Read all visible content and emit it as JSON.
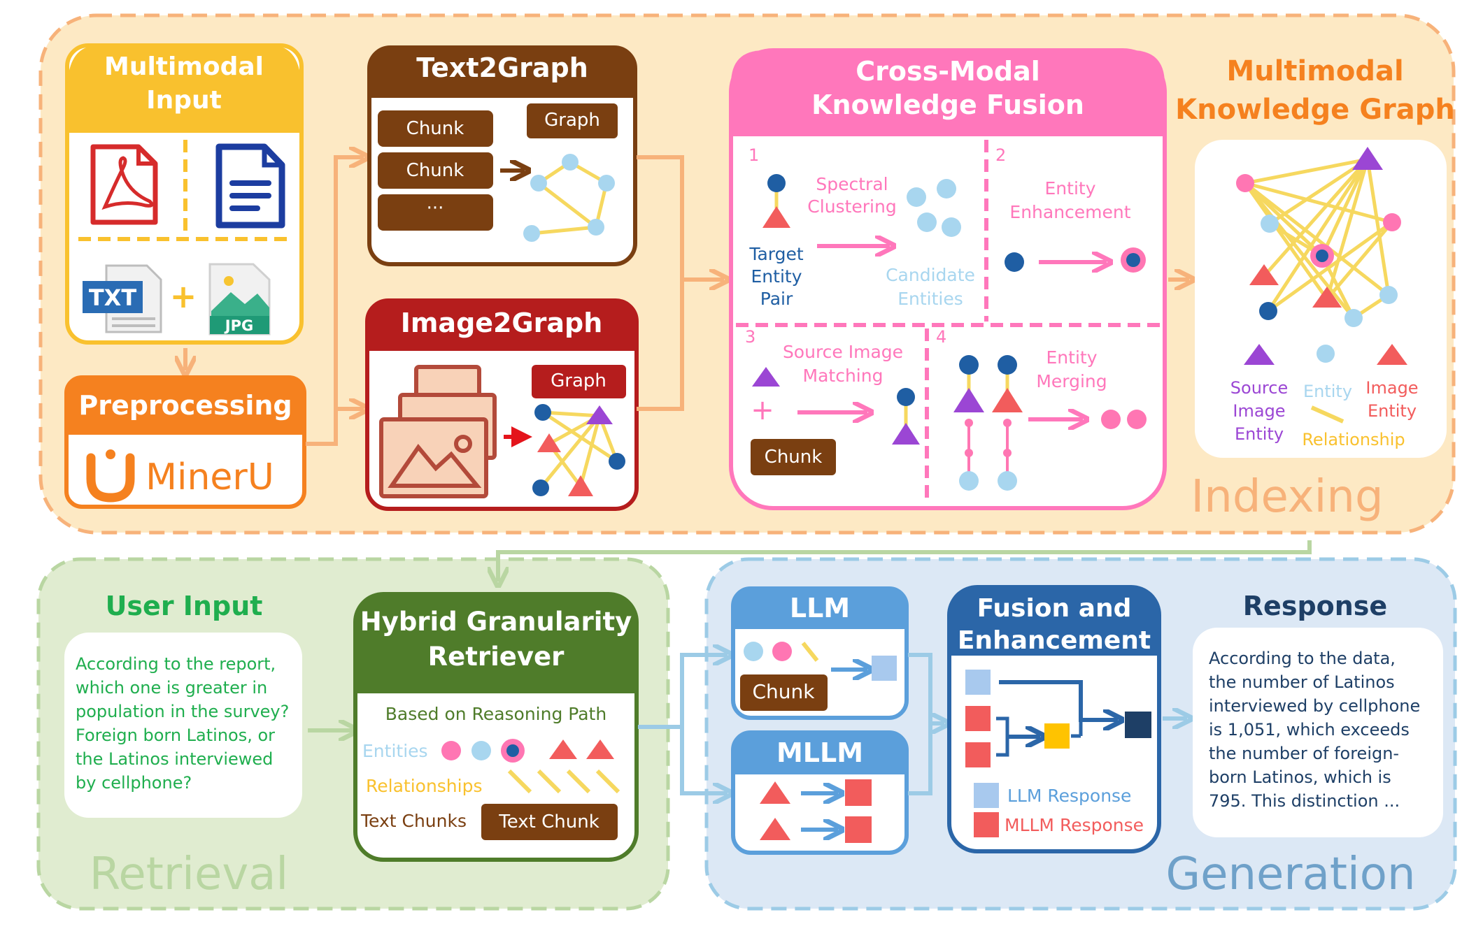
{
  "colors": {
    "indexing_bg": "#fde9c4",
    "indexing_border": "#f7b27a",
    "retrieval_bg": "#e0ecd0",
    "retrieval_border": "#b9d6a2",
    "generation_bg": "#dce8f5",
    "generation_border": "#9ccbe6",
    "yellow": "#f9c12e",
    "orange": "#f5811f",
    "brown": "#7a3f11",
    "red": "#b51d1d",
    "pink": "#ff77bb",
    "green": "#4f7c2a",
    "blue": "#5b9fdb",
    "navy": "#2b66a8",
    "node_lightblue": "#a8d6ef",
    "node_pink": "#ff76b3",
    "node_darkblue": "#1f5ea3",
    "triangle_red": "#f25c5c",
    "triangle_purple": "#9b46d4",
    "edge_yellow": "#f6d85f"
  },
  "indexing": {
    "label": "Indexing",
    "multimodal_input": {
      "title_line1": "Multimodal",
      "title_line2": "Input",
      "icons": [
        "pdf-icon",
        "doc-icon",
        "txt-icon",
        "jpg-icon"
      ],
      "txt_label": "TXT",
      "jpg_label": "JPG",
      "plus": "+"
    },
    "preprocessing": {
      "title": "Preprocessing",
      "tool_name": "MinerU"
    },
    "text2graph": {
      "title": "Text2Graph",
      "chunks": [
        "Chunk",
        "Chunk",
        "···"
      ],
      "graph_label": "Graph"
    },
    "image2graph": {
      "title": "Image2Graph",
      "graph_label": "Graph"
    },
    "fusion": {
      "title_line1": "Cross-Modal",
      "title_line2": "Knowledge Fusion",
      "step1": {
        "num": "1",
        "label_line1": "Spectral",
        "label_line2": "Clustering",
        "target_line1": "Target",
        "target_line2": "Entity",
        "target_line3": "Pair",
        "candidate_line1": "Candidate",
        "candidate_line2": "Entities"
      },
      "step2": {
        "num": "2",
        "label_line1": "Entity",
        "label_line2": "Enhancement"
      },
      "step3": {
        "num": "3",
        "label_line1": "Source Image",
        "label_line2": "Matching",
        "plus": "+",
        "chunk": "Chunk"
      },
      "step4": {
        "num": "4",
        "label_line1": "Entity",
        "label_line2": "Merging"
      }
    },
    "mmkg": {
      "title_line1": "Multimodal",
      "title_line2": "Knowledge Graph",
      "legend": {
        "source_line1": "Source",
        "source_line2": "Image",
        "source_line3": "Entity",
        "entity": "Entity",
        "image_line1": "Image",
        "image_line2": "Entity",
        "relationship": "Relationship"
      }
    }
  },
  "retrieval": {
    "label": "Retrieval",
    "user_input": {
      "title": "User Input",
      "lines": [
        "According to the report,",
        "which one is greater in",
        "population in the survey?",
        "Foreign born Latinos, or",
        "the Latinos interviewed",
        "by cellphone?"
      ]
    },
    "retriever": {
      "title_line1": "Hybrid Granularity",
      "title_line2": "Retriever",
      "subtitle": "Based on Reasoning Path",
      "entities": "Entities",
      "relationships": "Relationships",
      "text_chunks": "Text Chunks",
      "text_chunk": "Text Chunk"
    }
  },
  "generation": {
    "label": "Generation",
    "llm": {
      "title": "LLM",
      "chunk": "Chunk"
    },
    "mllm": {
      "title": "MLLM"
    },
    "fusion": {
      "title_line1": "Fusion and",
      "title_line2": "Enhancement",
      "legend_llm": "LLM Response",
      "legend_mllm": "MLLM Response"
    },
    "response": {
      "title": "Response",
      "lines": [
        "According to the data,",
        "the number of Latinos",
        "interviewed by cellphone",
        "is 1,051, which exceeds",
        "the number of foreign-",
        "born Latinos, which is",
        "795. This distinction ..."
      ]
    }
  }
}
